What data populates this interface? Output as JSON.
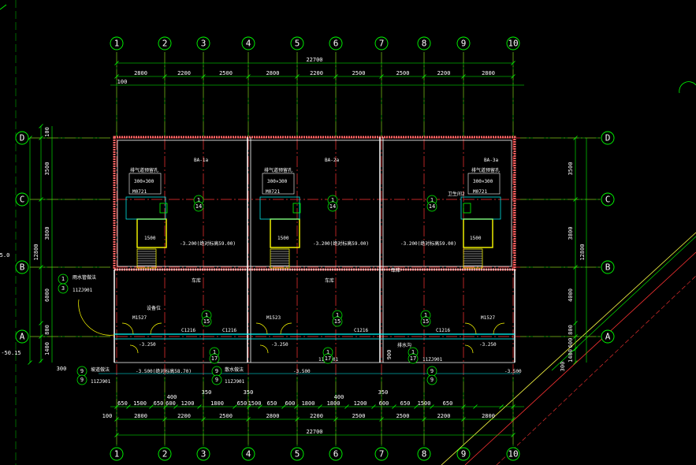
{
  "axes": {
    "numbers": [
      "1",
      "2",
      "3",
      "4",
      "5",
      "6",
      "7",
      "8",
      "9",
      "10"
    ],
    "letters": [
      "A",
      "B",
      "C",
      "D"
    ]
  },
  "dimensions": {
    "overall_top": "22700",
    "overall_bottom": "22700",
    "top_segments": [
      "2800",
      "2200",
      "2500",
      "2800",
      "2200",
      "2500",
      "2500",
      "2200",
      "2800"
    ],
    "bottom_segments": [
      "2800",
      "2200",
      "2500",
      "2800",
      "2200",
      "2500",
      "2500",
      "2200",
      "2800"
    ],
    "bottom_detail": [
      "650",
      "1500",
      "650",
      "600",
      "1200",
      "1800",
      "650",
      "1500",
      "650",
      "600",
      "1800",
      "1800",
      "1200",
      "600",
      "650",
      "1500",
      "650"
    ],
    "top_offset": "100",
    "bottom_offset": "100",
    "left_segments": [
      "100",
      "3500",
      "3800",
      "6000",
      "800",
      "1400"
    ],
    "left_overall": "12800",
    "right_segments": [
      "3500",
      "3800",
      "4000",
      "800",
      "600",
      "1400"
    ],
    "right_overall": "12800",
    "left_misc": [
      "300",
      "5.0",
      "-50.15"
    ],
    "right_misc": [
      "300"
    ],
    "pier_dims": [
      "350",
      "400",
      "350",
      "400",
      "350"
    ],
    "center_dim": "900"
  },
  "rooms": {
    "levels": [
      "-3.200(绝对标高59.00)",
      "-3.200(绝对标高59.00)",
      "-3.200(绝对标高59.00)"
    ],
    "lower_levels": [
      "-3.250",
      "-3.250",
      "-3.250"
    ],
    "base_levels": [
      "-3.500(绝对标高58.70)",
      "-3.500",
      "-3.500"
    ],
    "shaft_size": "300×300",
    "shaft_labels": [
      "排气道预留孔",
      "排气道预留孔",
      "排气道预留孔"
    ],
    "stair_size": "1500",
    "room_tags": [
      "BA-1a",
      "BA-2a",
      "BA-3a"
    ],
    "garage": "车库",
    "toilet": "卫生间2",
    "door_tags": [
      "M0721",
      "M0721",
      "M0721"
    ],
    "window_tags": [
      "M1527",
      "M1523",
      "M1527"
    ],
    "small_tags": [
      "C1216",
      "C1216",
      "C1216",
      "C1216"
    ],
    "detail_refs": [
      "1",
      "14",
      "15",
      "17",
      "3",
      "9"
    ],
    "std_refs": [
      "11ZJ901",
      "11ZJ901",
      "11ZJ901",
      "11ZJ901",
      "11ZJ901"
    ],
    "notes": [
      "设备位",
      "排水沟",
      "坡道做法",
      "散水做法",
      "雨水管做法"
    ]
  }
}
